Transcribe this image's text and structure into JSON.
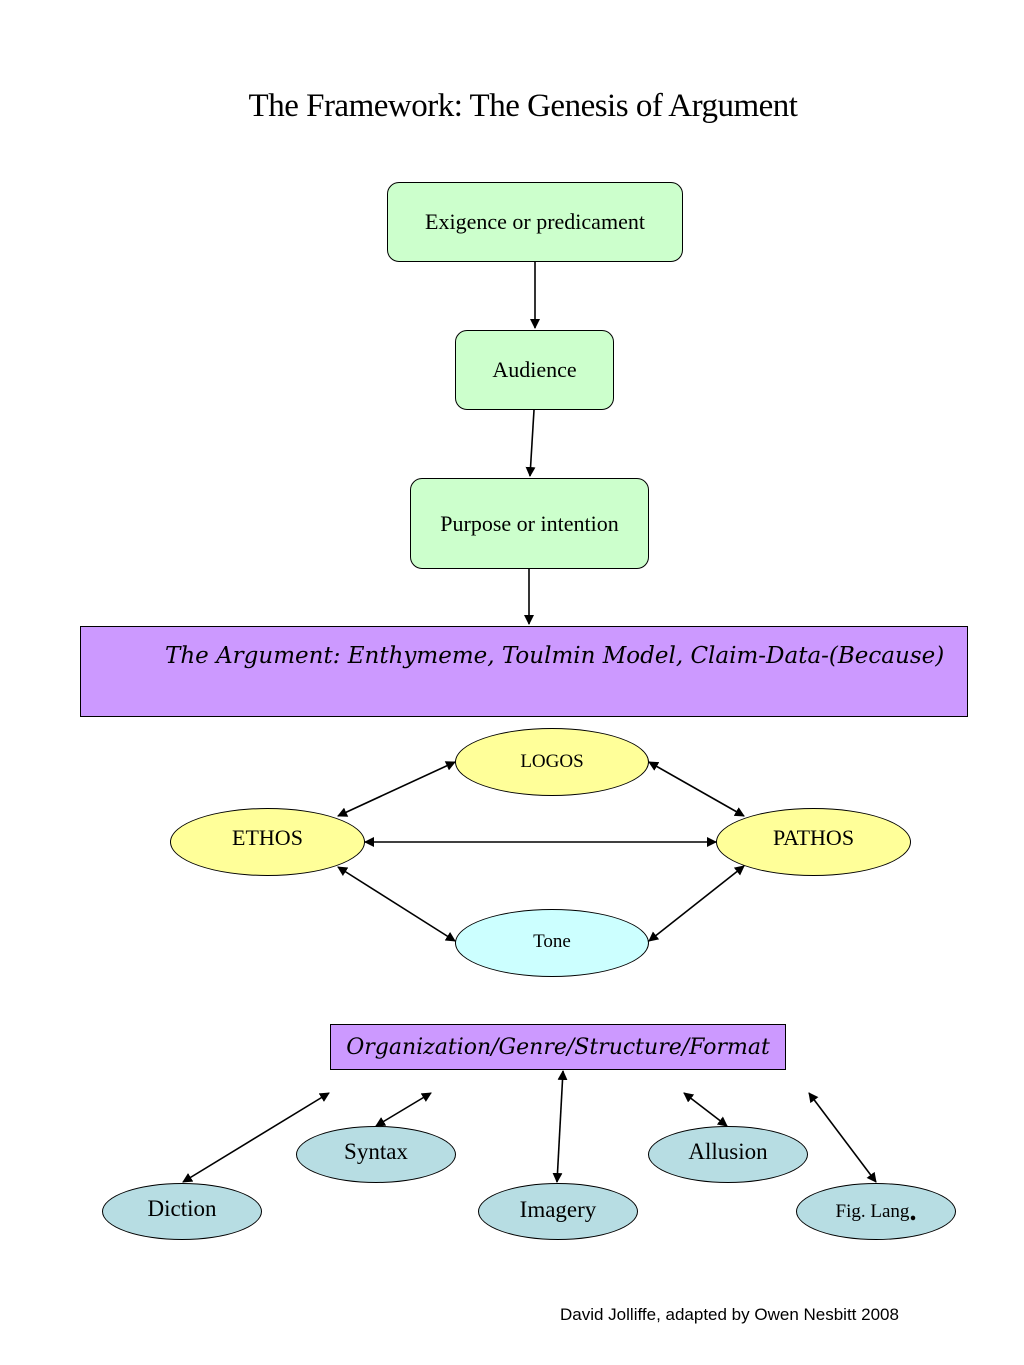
{
  "title": "The Framework: The Genesis of Argument",
  "flow": {
    "exigence": "Exigence or predicament",
    "audience": "Audience",
    "purpose": "Purpose or intention"
  },
  "argument": "The Argument: Enthymeme, Toulmin Model, Claim-Data-(Because)",
  "appeals": {
    "logos": "LOGOS",
    "ethos": "ETHOS",
    "pathos": "PATHOS",
    "tone": "Tone"
  },
  "organization": "Organization/Genre/Structure/Format",
  "devices": {
    "syntax": "Syntax",
    "diction": "Diction",
    "imagery": "Imagery",
    "allusion": "Allusion",
    "fig_lang": "Fig. Lang",
    "fig_lang_period": "."
  },
  "credit": "David Jolliffe, adapted by Owen Nesbitt 2008",
  "colors": {
    "green_box": "#ccffcc",
    "purple_box": "#cc99ff",
    "yellow_ellipse": "#ffff99",
    "tone_ellipse": "#ccffff",
    "device_ellipse": "#b7dde3"
  }
}
